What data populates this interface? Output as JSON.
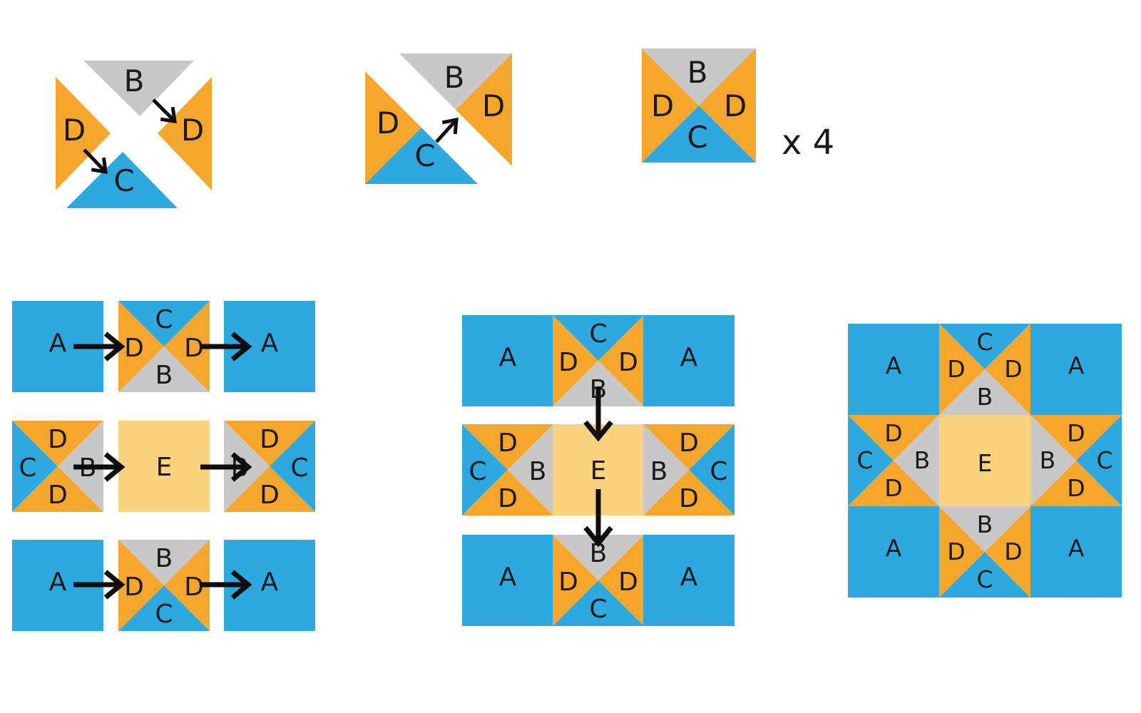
{
  "colors": {
    "background": "#ffffff",
    "patch_blue": "#2ea9df",
    "patch_orange": "#f6a62b",
    "patch_gray": "#c8c8c8",
    "patch_yellow": "#fbd37c",
    "label_black": "#1a1a1a",
    "arrow_black": "#0d0d0d"
  },
  "labels": {
    "patch_a": "A",
    "patch_b": "B",
    "patch_c": "C",
    "patch_d": "D",
    "patch_e": "E",
    "multiplier": "x 4"
  },
  "structure": {
    "step_1_exploded_unit": {
      "top": "B",
      "left": "D",
      "right": "D",
      "bottom": "C",
      "arrows": 2
    },
    "step_2_half_sections": {
      "upper_right_half": [
        "B",
        "D"
      ],
      "lower_left_half": [
        "D",
        "C"
      ],
      "arrows": 1
    },
    "step_3_finished_unit": {
      "top": "B",
      "left": "D",
      "right": "D",
      "bottom": "C",
      "quantity_note": "x 4"
    },
    "step_4_row_layout": [
      [
        "A",
        "hourglass C-top B-bottom",
        "A"
      ],
      [
        "hourglass C-left B-right",
        "E",
        "hourglass B-left C-right"
      ],
      [
        "A",
        "hourglass B-top C-bottom",
        "A"
      ]
    ],
    "step_5_rows_joined": "three sewn rows with two vertical join arrows toward centre row",
    "step_6_finished_block": [
      [
        "A",
        "hourglass C-top B-bottom",
        "A"
      ],
      [
        "hourglass C-left B-right",
        "E",
        "hourglass B-left C-right"
      ],
      [
        "A",
        "hourglass B-top C-bottom",
        "A"
      ]
    ]
  }
}
